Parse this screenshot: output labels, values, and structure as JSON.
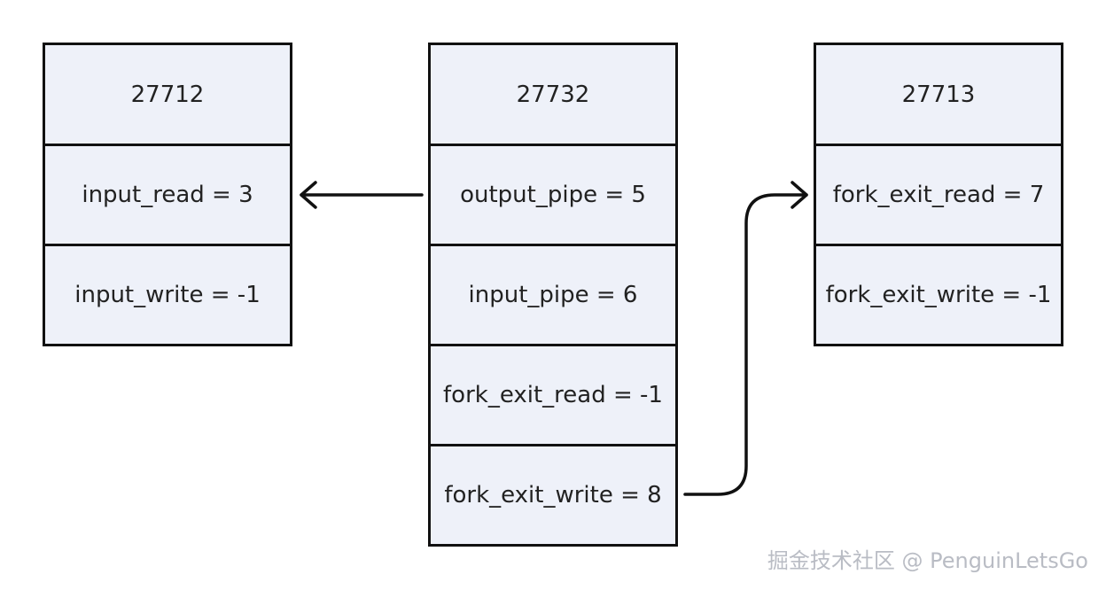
{
  "tables": {
    "left": {
      "header": "27712",
      "rows": [
        "input_read = 3",
        "input_write = -1"
      ]
    },
    "middle": {
      "header": "27732",
      "rows": [
        "output_pipe = 5",
        "input_pipe = 6",
        "fork_exit_read = -1",
        "fork_exit_write = 8"
      ]
    },
    "right": {
      "header": "27713",
      "rows": [
        "fork_exit_read = 7",
        "fork_exit_write = -1"
      ]
    }
  },
  "watermark": "掘金技术社区 @ PenguinLetsGo",
  "colors": {
    "box_fill": "#eef1f9",
    "border": "#111111",
    "text": "#222222",
    "watermark": "#b9bcc4"
  }
}
